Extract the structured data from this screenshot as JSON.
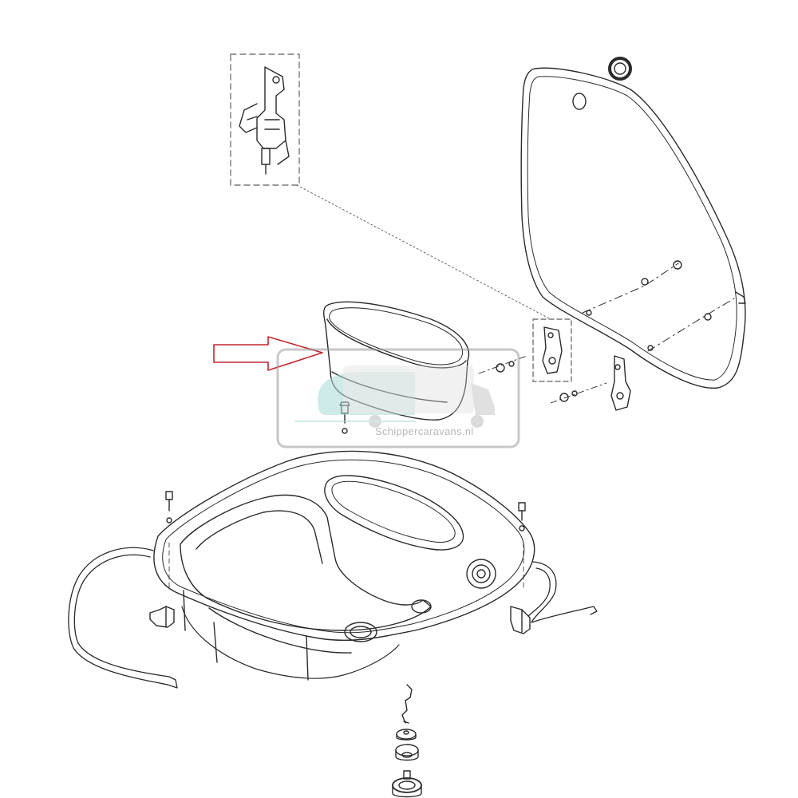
{
  "diagram": {
    "kind": "exploded parts drawing",
    "highlight_arrow_color": "#c0272d",
    "line_color": "#2b2b2b",
    "parts": [
      {
        "name": "hinge-bracket-detail"
      },
      {
        "name": "glass-lid"
      },
      {
        "name": "lid-grommet"
      },
      {
        "name": "side-bowl"
      },
      {
        "name": "main-sink-basin"
      },
      {
        "name": "sealing-cord"
      },
      {
        "name": "mounting-screws"
      },
      {
        "name": "mounting-clips"
      },
      {
        "name": "drain-strainer-set"
      }
    ]
  },
  "watermark": {
    "text": "Schippercaravans.nl",
    "color": "#b9b9b9",
    "accent_color": "#a8dcd8"
  }
}
